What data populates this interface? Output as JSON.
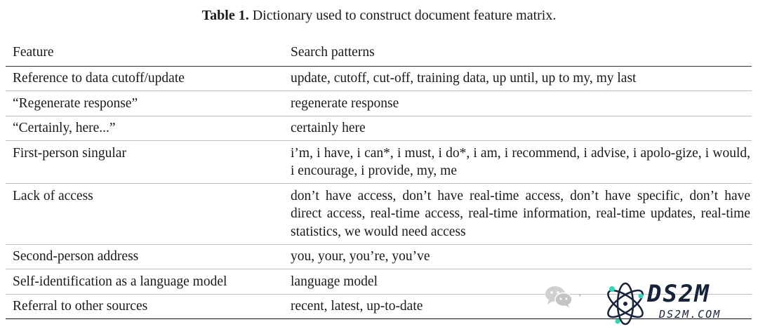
{
  "caption": {
    "label": "Table 1.",
    "text": "Dictionary used to construct document feature matrix."
  },
  "table": {
    "headers": [
      "Feature",
      "Search patterns"
    ],
    "rows": [
      [
        "Reference to data cutoff/update",
        "update, cutoff, cut-off, training data, up until, up to my, my last"
      ],
      [
        "“Regenerate response”",
        "regenerate response"
      ],
      [
        "“Certainly, here...”",
        "certainly here"
      ],
      [
        "First-person singular",
        "i’m, i have, i can*, i must, i do*, i am, i recommend, i advise, i apolo-gize, i would, i encourage, i provide, my, me"
      ],
      [
        "Lack of access",
        "don’t have access, don’t have real-time access, don’t have specific, don’t have direct access, real-time access, real-time information, real-time updates, real-time statistics, we would need access"
      ],
      [
        "Second-person address",
        "you, your, you’re, you’ve"
      ],
      [
        "Self-identification as a language model",
        "language model"
      ],
      [
        "Referral to other sources",
        "recent, latest, up-to-date"
      ]
    ]
  },
  "watermark": {
    "title": "DS2M",
    "subtitle": "DS2M.COM",
    "chat_icon": "wechat-icon",
    "atom_icon": "atom-icon",
    "colors": {
      "navy": "#16233a",
      "teal": "#2fd6b5",
      "gray": "#c8c8c8"
    }
  }
}
